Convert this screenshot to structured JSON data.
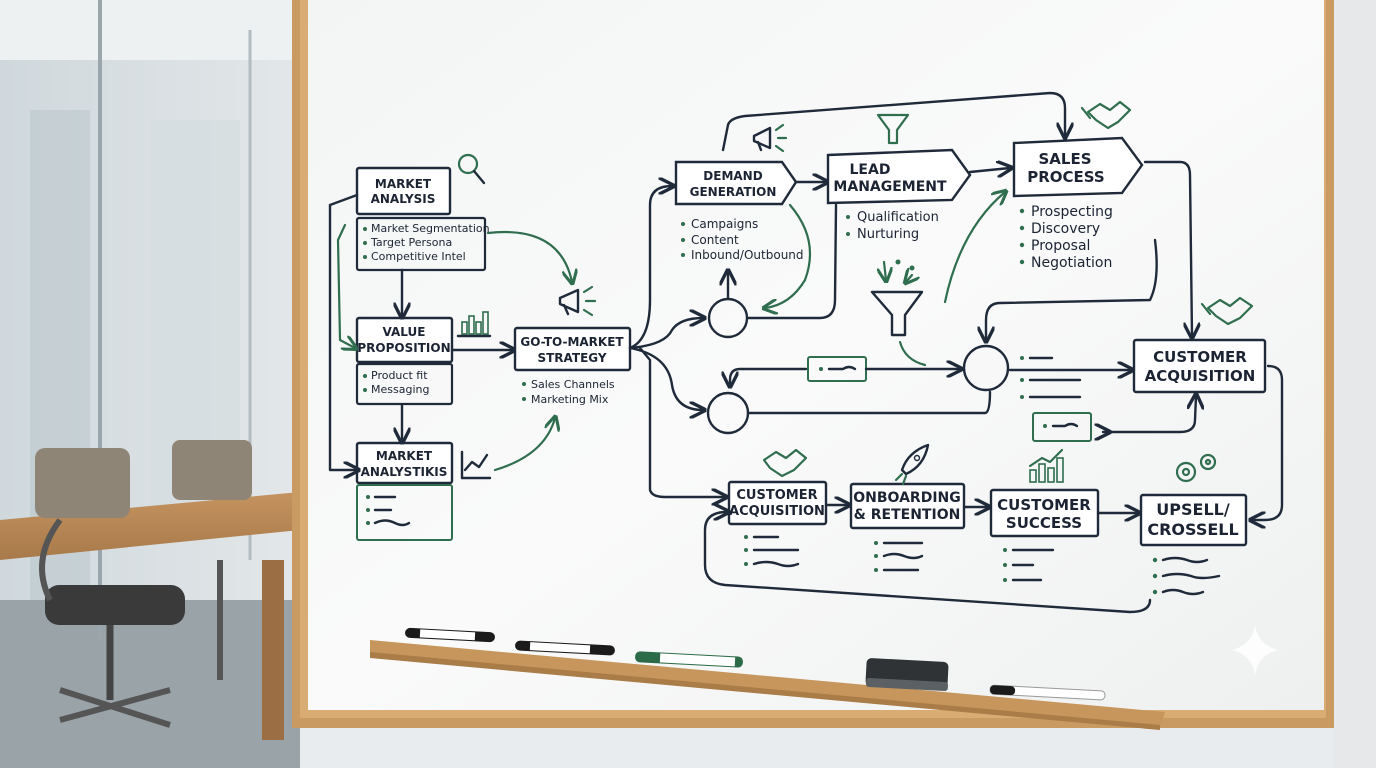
{
  "board": {
    "market_analysis": {
      "title1": "MARKET",
      "title2": "ANALYSIS",
      "bullets": [
        "Market Segmentation",
        "Target Persona",
        "Competitive Intel"
      ]
    },
    "value_proposition": {
      "title1": "VALUE",
      "title2": "PROPOSITION",
      "bullets": [
        "Product fit",
        "Messaging"
      ]
    },
    "market_analytics": {
      "title1": "MARKET",
      "title2": "ANALYSTIKIS"
    },
    "gtm": {
      "title1": "GO-TO-MARKET",
      "title2": "STRATEGY",
      "bullets": [
        "Sales Channels",
        "Marketing Mix"
      ]
    },
    "demand": {
      "title1": "DEMAND",
      "title2": "GENERATION",
      "bullets": [
        "Campaigns",
        "Content",
        "Inbound/Outbound"
      ]
    },
    "lead": {
      "title1": "LEAD",
      "title2": "MANAGEMENT",
      "bullets": [
        "Qualification",
        "Nurturing"
      ]
    },
    "sales": {
      "title1": "SALES",
      "title2": "PROCESS",
      "bullets": [
        "Prospecting",
        "Discovery",
        "Proposal",
        "Negotiation"
      ]
    },
    "customer_acq_right": {
      "title1": "CUSTOMER",
      "title2": "ACQUISITION"
    },
    "customer_acq_bottom": {
      "title1": "CUSTOMER",
      "title2": "ACQUISITION"
    },
    "onboarding": {
      "title1": "ONBOARDING",
      "title2": "& RETENTION"
    },
    "success": {
      "title1": "CUSTOMER",
      "title2": "SUCCESS"
    },
    "upsell": {
      "title1": "UPSELL/",
      "title2": "CROSSELL"
    }
  },
  "colors": {
    "ink": "#1f2a3a",
    "green_marker": "#2f6e4e",
    "frame_wood": "#c99a62",
    "board": "#f7f8f8"
  },
  "icons": [
    "magnifier-icon",
    "bar-chart-icon",
    "line-chart-icon",
    "megaphone-icon",
    "funnel-icon",
    "handshake-icon",
    "rocket-icon",
    "gears-icon"
  ]
}
